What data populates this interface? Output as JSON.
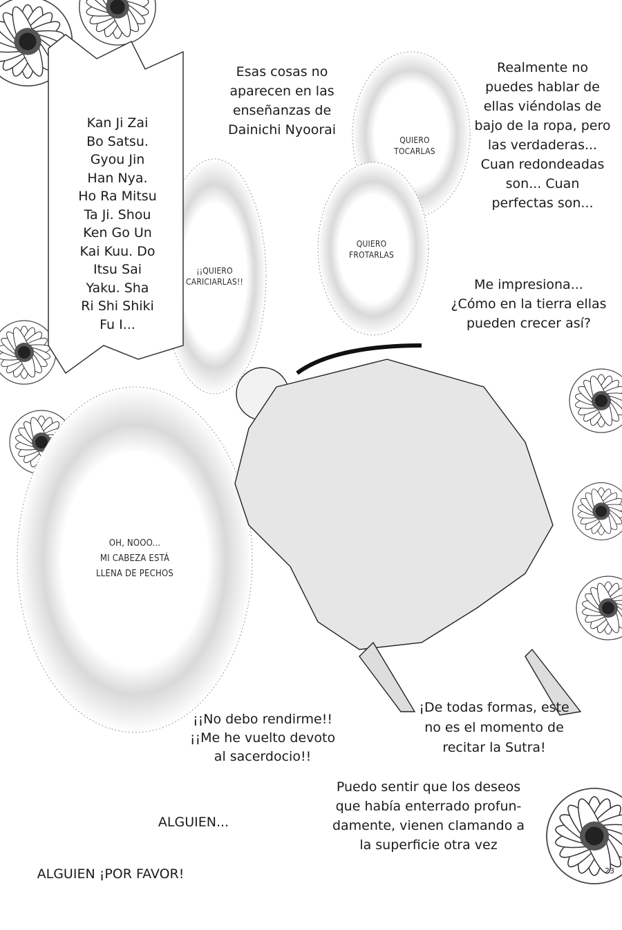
{
  "page_number": "23",
  "speech": {
    "sutra": "Kan Ji Zai\nBo Satsu.\nGyou Jin\nHan Nya.\nHo Ra Mitsu\nTa Ji. Shou\nKen Go Un\nKai Kuu. Do\nItsu Sai\nYaku. Sha\nRi Shi Shiki\nFu I...",
    "dainichi": "Esas cosas no\naparecen en las\nenseñanzas de\nDainichi Nyoorai",
    "realmente": "Realmente no\npuedes hablar de\nellas viéndolas de\nbajo de la ropa, pero\nlas verdaderas...\nCuan redondeadas\nson... Cuan\nperfectas son...",
    "impresiona": "Me impresiona...\n¿Cómo en la tierra ellas\npueden crecer así?",
    "no_debo": "¡¡No debo rendirme!!\n¡¡Me he vuelto devoto\nal sacerdocio!!",
    "de_todas": "¡De todas formas, este\nno es el momento de\nrecitar la Sutra!",
    "puedo_sentir": "Puedo sentir que los deseos\nque había enterrado profun-\ndamente, vienen clamando a\nla superficie otra vez",
    "alguien": "ALGUIEN...",
    "alguien_favor": "ALGUIEN ¡POR FAVOR!"
  },
  "thoughts": {
    "quiero_tocarlas": "QUIERO\nTOCARLAS",
    "quiero_frotarlas": "QUIERO\nFROTARLAS",
    "acariciarlas": "¡¡QUIERO\nCARICIARLAS!!",
    "oh_nooo": "OH, NOOO...\nMI CABEZA ESTÁ\nLLENA DE PECHOS"
  }
}
